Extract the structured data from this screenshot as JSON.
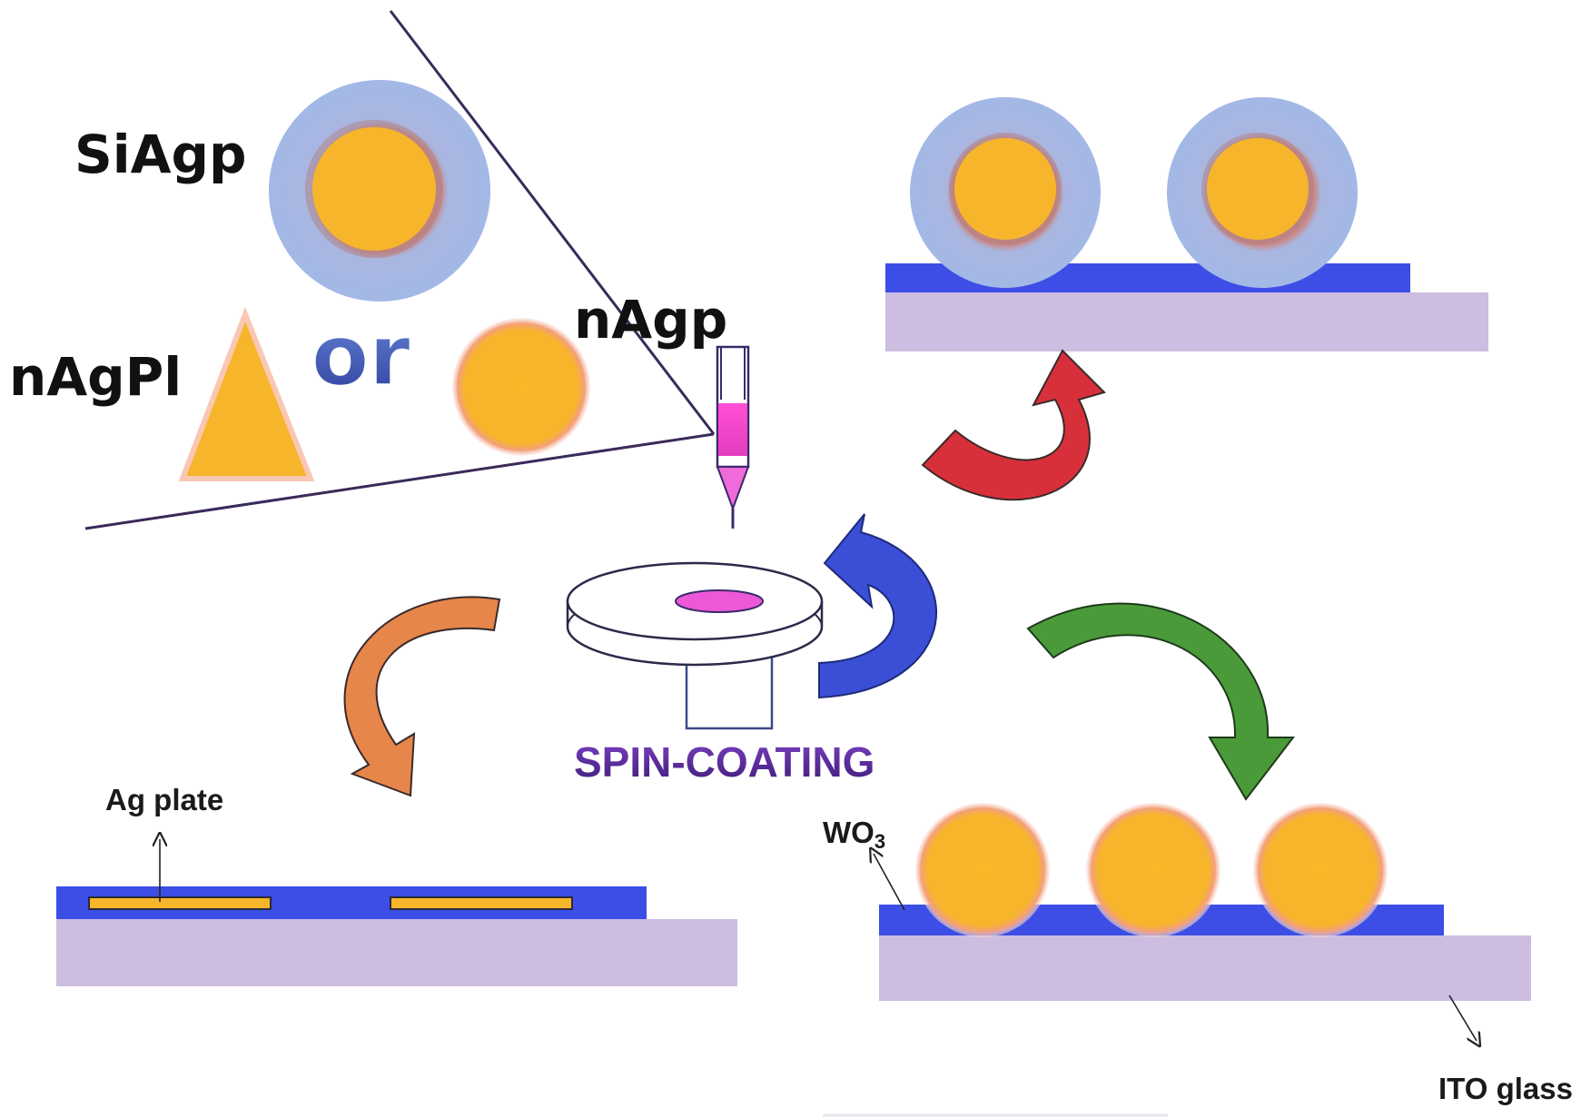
{
  "labels": {
    "siagp": "SiAgp",
    "nagpl": "nAgPl",
    "or": "or",
    "nagp": "nAgp",
    "spin_coating": "SPIN-COATING",
    "ag_plate": "Ag plate",
    "wo3_main": "WO",
    "wo3_sub": "3",
    "ito_glass": "ITO glass"
  },
  "colors": {
    "gold": "#f7b82b",
    "silica_shell": "#a3b8e6",
    "wo3_layer": "#3c4ee6",
    "ito_glass": "#cdbde0",
    "syringe_liquid": "#e94fc9",
    "arrow_red": "#d8303a",
    "arrow_blue": "#3a4fd6",
    "arrow_green": "#4a9a3a",
    "arrow_orange": "#e6864a",
    "spin_text": "#5b2a9e"
  },
  "icons": {
    "spin_coater": "spin-coater-icon",
    "syringe": "syringe-icon"
  }
}
